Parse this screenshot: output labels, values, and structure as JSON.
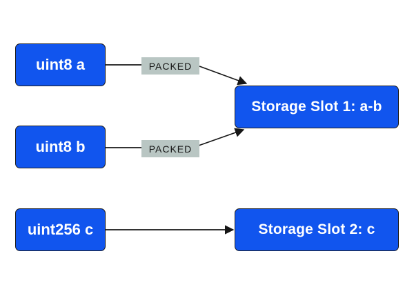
{
  "diagram": {
    "description": "Solidity storage slot packing diagram",
    "nodes": {
      "uint8_a": {
        "label": "uint8 a"
      },
      "uint8_b": {
        "label": "uint8 b"
      },
      "uint256_c": {
        "label": "uint256 c"
      },
      "slot1": {
        "label": "Storage Slot 1: a-b"
      },
      "slot2": {
        "label": "Storage Slot 2: c"
      }
    },
    "edges": [
      {
        "from": "uint8_a",
        "to": "slot1",
        "label": "PACKED"
      },
      {
        "from": "uint8_b",
        "to": "slot1",
        "label": "PACKED"
      },
      {
        "from": "uint256_c",
        "to": "slot2",
        "label": ""
      }
    ],
    "colors": {
      "node_fill": "#1155ee",
      "node_border": "#1b1b1b",
      "node_text": "#ffffff",
      "label_bg": "#b9c6c3",
      "label_text": "#151515",
      "arrow": "#161616",
      "background": "#ffffff"
    }
  }
}
